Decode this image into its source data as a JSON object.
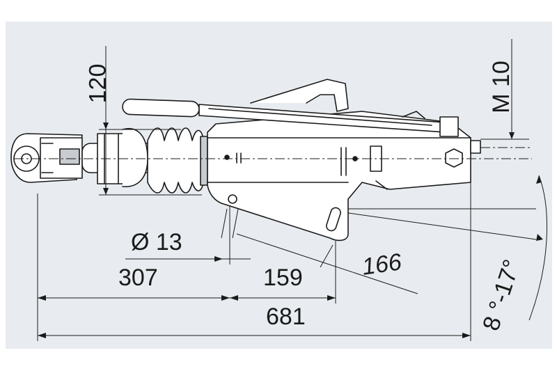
{
  "drawing": {
    "colors": {
      "panel": "#e8ecf0",
      "line": "#1a1a1a",
      "body_fill": "#ffffff",
      "part_gray": "#c8ccd0"
    },
    "dimensions": {
      "height_120": "120",
      "bolt_m10": "M 10",
      "hole_diameter": "Ø  13",
      "length_307": "307",
      "length_159": "159",
      "length_166": "166",
      "length_681": "681",
      "angle_range": "8 °-17°"
    }
  }
}
